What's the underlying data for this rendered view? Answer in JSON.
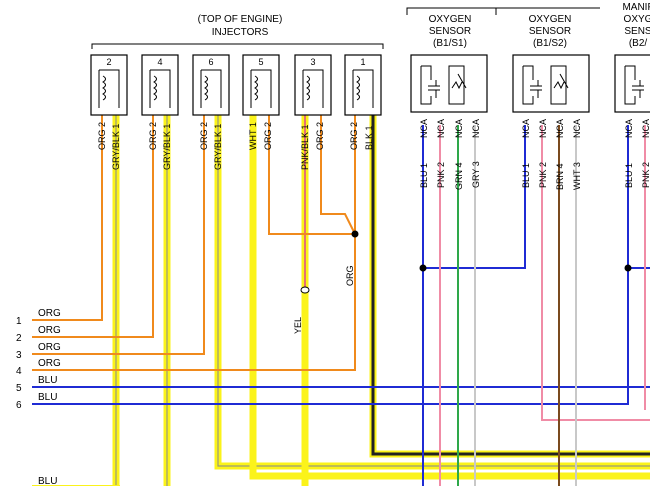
{
  "header": {
    "top_of_engine": "(TOP OF ENGINE)",
    "injectors": "INJECTORS"
  },
  "injectors": [
    {
      "id": "2",
      "pins": [
        "2",
        "1"
      ],
      "wires": [
        "ORG",
        "GRY/BLK"
      ]
    },
    {
      "id": "4",
      "pins": [
        "2",
        "1"
      ],
      "wires": [
        "ORG",
        "GRY/BLK"
      ]
    },
    {
      "id": "6",
      "pins": [
        "2",
        "1"
      ],
      "wires": [
        "ORG",
        "GRY/BLK"
      ]
    },
    {
      "id": "5",
      "pins": [
        "1",
        "2"
      ],
      "wires": [
        "WHT",
        "ORG"
      ]
    },
    {
      "id": "3",
      "pins": [
        "1",
        "2"
      ],
      "wires": [
        "PNK/BLK",
        "ORG"
      ]
    },
    {
      "id": "1",
      "pins": [
        "2",
        "1"
      ],
      "wires": [
        "ORG",
        "BLK"
      ]
    }
  ],
  "sensors": [
    {
      "title": [
        "OXYGEN",
        "SENSOR",
        "(B1/S1)"
      ],
      "pins": [
        {
          "ncas": "NCA",
          "num": "1",
          "wire": "BLU"
        },
        {
          "ncas": "NCA",
          "num": "2",
          "wire": "PNK"
        },
        {
          "ncas": "NCA",
          "num": "4",
          "wire": "GRN"
        },
        {
          "ncas": "NCA",
          "num": "3",
          "wire": "GRY"
        }
      ]
    },
    {
      "title": [
        "OXYGEN",
        "SENSOR",
        "(B1/S2)"
      ],
      "pins": [
        {
          "ncas": "NCA",
          "num": "1",
          "wire": "BLU"
        },
        {
          "ncas": "NCA",
          "num": "2",
          "wire": "PNK"
        },
        {
          "ncas": "NCA",
          "num": "4",
          "wire": "BRN"
        },
        {
          "ncas": "NCA",
          "num": "3",
          "wire": "WHT"
        }
      ]
    },
    {
      "title": [
        "MANIF",
        "OXYG",
        "SENS",
        "(B2/"
      ],
      "pins": [
        {
          "ncas": "NCA",
          "num": "1",
          "wire": "BLU"
        },
        {
          "ncas": "NCA",
          "num": "2",
          "wire": "PNK"
        }
      ]
    }
  ],
  "mid_labels": {
    "org": "ORG",
    "yel": "YEL"
  },
  "left_rows": [
    {
      "num": "1",
      "wire": "ORG"
    },
    {
      "num": "2",
      "wire": "ORG"
    },
    {
      "num": "3",
      "wire": "ORG"
    },
    {
      "num": "4",
      "wire": "ORG"
    },
    {
      "num": "5",
      "wire": "BLU"
    },
    {
      "num": "6",
      "wire": "BLU"
    }
  ],
  "bottom_label": "BLU",
  "colors": {
    "org": "#f08a1c",
    "yel": "#fbf31a",
    "blu": "#1f2bd4",
    "pnk": "#f08ca6",
    "grn": "#2ea84a",
    "gry": "#c8c8c8",
    "brn": "#7a4a1e",
    "blk": "#222222",
    "gryblk": "#9a9a7a",
    "pnkblk": "#e0508a"
  }
}
